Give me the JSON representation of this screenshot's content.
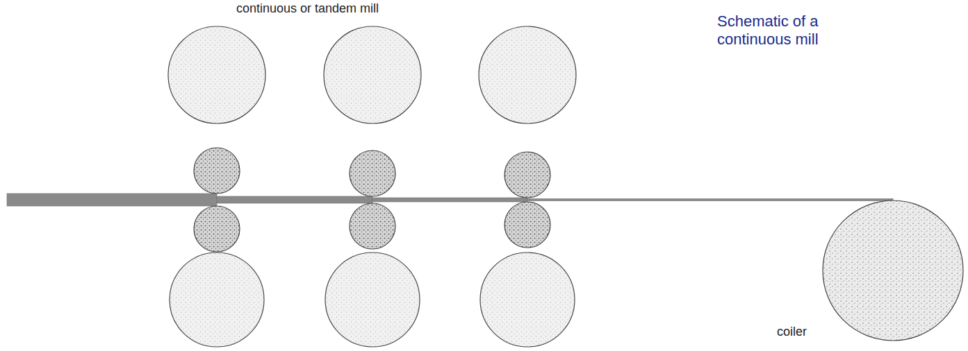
{
  "diagram": {
    "title": "continuous or tandem mill",
    "caption": "Schematic of a continuous mill",
    "labels": [
      "coiler"
    ]
  }
}
